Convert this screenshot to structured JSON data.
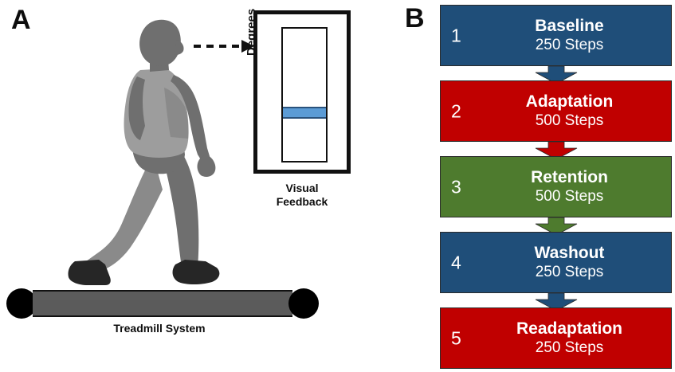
{
  "panels": {
    "a": {
      "label": "A"
    },
    "b": {
      "label": "B"
    }
  },
  "panel_a": {
    "treadmill_caption": "Treadmill System",
    "monitor_caption_line1": "Visual",
    "monitor_caption_line2": "Feedback",
    "gauge_axis_label": "Degrees",
    "gauge_bar_color": "#5b9bd5",
    "icons": {
      "walker": "walking-person-silhouette-icon",
      "gaze_arrow": "dashed-arrow-right-icon",
      "roller": "treadmill-roller-icon"
    },
    "colors": {
      "belt": "#5b5b5b",
      "roller": "#000000",
      "frame": "#111111"
    }
  },
  "panel_b": {
    "stages": [
      {
        "number": "1",
        "title": "Baseline",
        "steps": "250 Steps",
        "color": "#1f4e79"
      },
      {
        "number": "2",
        "title": "Adaptation",
        "steps": "500 Steps",
        "color": "#c00000"
      },
      {
        "number": "3",
        "title": "Retention",
        "steps": "500 Steps",
        "color": "#4e7b2e"
      },
      {
        "number": "4",
        "title": "Washout",
        "steps": "250 Steps",
        "color": "#1f4e79"
      },
      {
        "number": "5",
        "title": "Readaptation",
        "steps": "250 Steps",
        "color": "#c00000"
      }
    ],
    "arrows": [
      {
        "from": "1",
        "to": "2",
        "color": "#1f4e79"
      },
      {
        "from": "2",
        "to": "3",
        "color": "#c00000"
      },
      {
        "from": "3",
        "to": "4",
        "color": "#4e7b2e"
      },
      {
        "from": "4",
        "to": "5",
        "color": "#1f4e79"
      }
    ]
  }
}
